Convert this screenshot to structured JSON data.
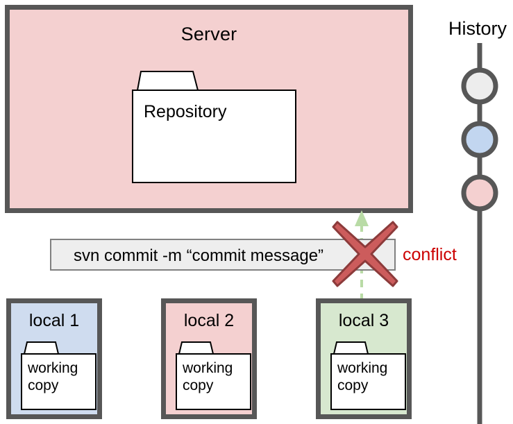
{
  "diagram": {
    "title": "SVN commit conflict diagram",
    "colors": {
      "server_fill": "#f4d0d0",
      "border_gray": "#575757",
      "local1_fill": "#cfdcef",
      "local2_fill": "#f4d0d0",
      "local3_fill": "#d7e8cf",
      "command_fill": "#eeeeee",
      "command_border": "#808080",
      "x_mark_fill": "#cc5c5c",
      "x_mark_border": "#8c3b3b",
      "arrow_green": "#b9dba6",
      "conflict_red": "#cc0000",
      "folder_fill": "#ffffff",
      "folder_border": "#000000"
    }
  },
  "server": {
    "title": "Server",
    "repository": {
      "label": "Repository"
    }
  },
  "command": {
    "text": "svn commit -m “commit message”"
  },
  "conflict": {
    "label": "conflict"
  },
  "arrow": {
    "name": "push-arrow",
    "direction": "up",
    "style": "dashed",
    "from": "local 3",
    "to": "Server"
  },
  "locals": [
    {
      "title": "local 1",
      "folder_label": "working\ncopy",
      "fill": "#cfdcef"
    },
    {
      "title": "local 2",
      "folder_label": "working\ncopy",
      "fill": "#f4d0d0"
    },
    {
      "title": "local 3",
      "folder_label": "working\ncopy",
      "fill": "#d7e8cf"
    }
  ],
  "history": {
    "title": "History",
    "commits": [
      {
        "index": 1,
        "fill": "#ededed"
      },
      {
        "index": 2,
        "fill": "#c2d6f0"
      },
      {
        "index": 3,
        "fill": "#f4d0d0"
      }
    ]
  }
}
